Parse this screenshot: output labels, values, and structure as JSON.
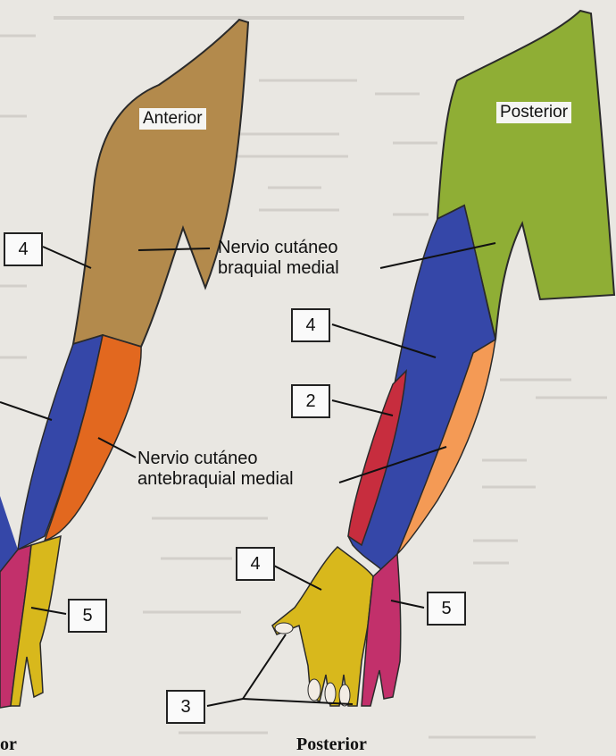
{
  "views": {
    "anterior": "Anterior",
    "posterior": "Posterior"
  },
  "nerves": {
    "brachial_line1": "Nervio cutáneo",
    "brachial_line2": "braquial medial",
    "antebrachial_line1": "Nervio cutáneo",
    "antebrachial_line2": "antebraquial medial"
  },
  "tags": {
    "a4": "4",
    "a5": "5",
    "p4_upper": "4",
    "p2": "2",
    "p4_hand": "4",
    "p5": "5",
    "t3": "3"
  },
  "bottom": {
    "left_fragment": "or",
    "right": "Posterior"
  },
  "colors": {
    "anterior_arm": "#b38a4c",
    "posterior_arm": "#8fae35",
    "blue": "#3547a8",
    "orange": "#e2681f",
    "light_orange": "#f49a55",
    "red": "#c72d3e",
    "magenta": "#c2306b",
    "yellow": "#d8b81c"
  }
}
